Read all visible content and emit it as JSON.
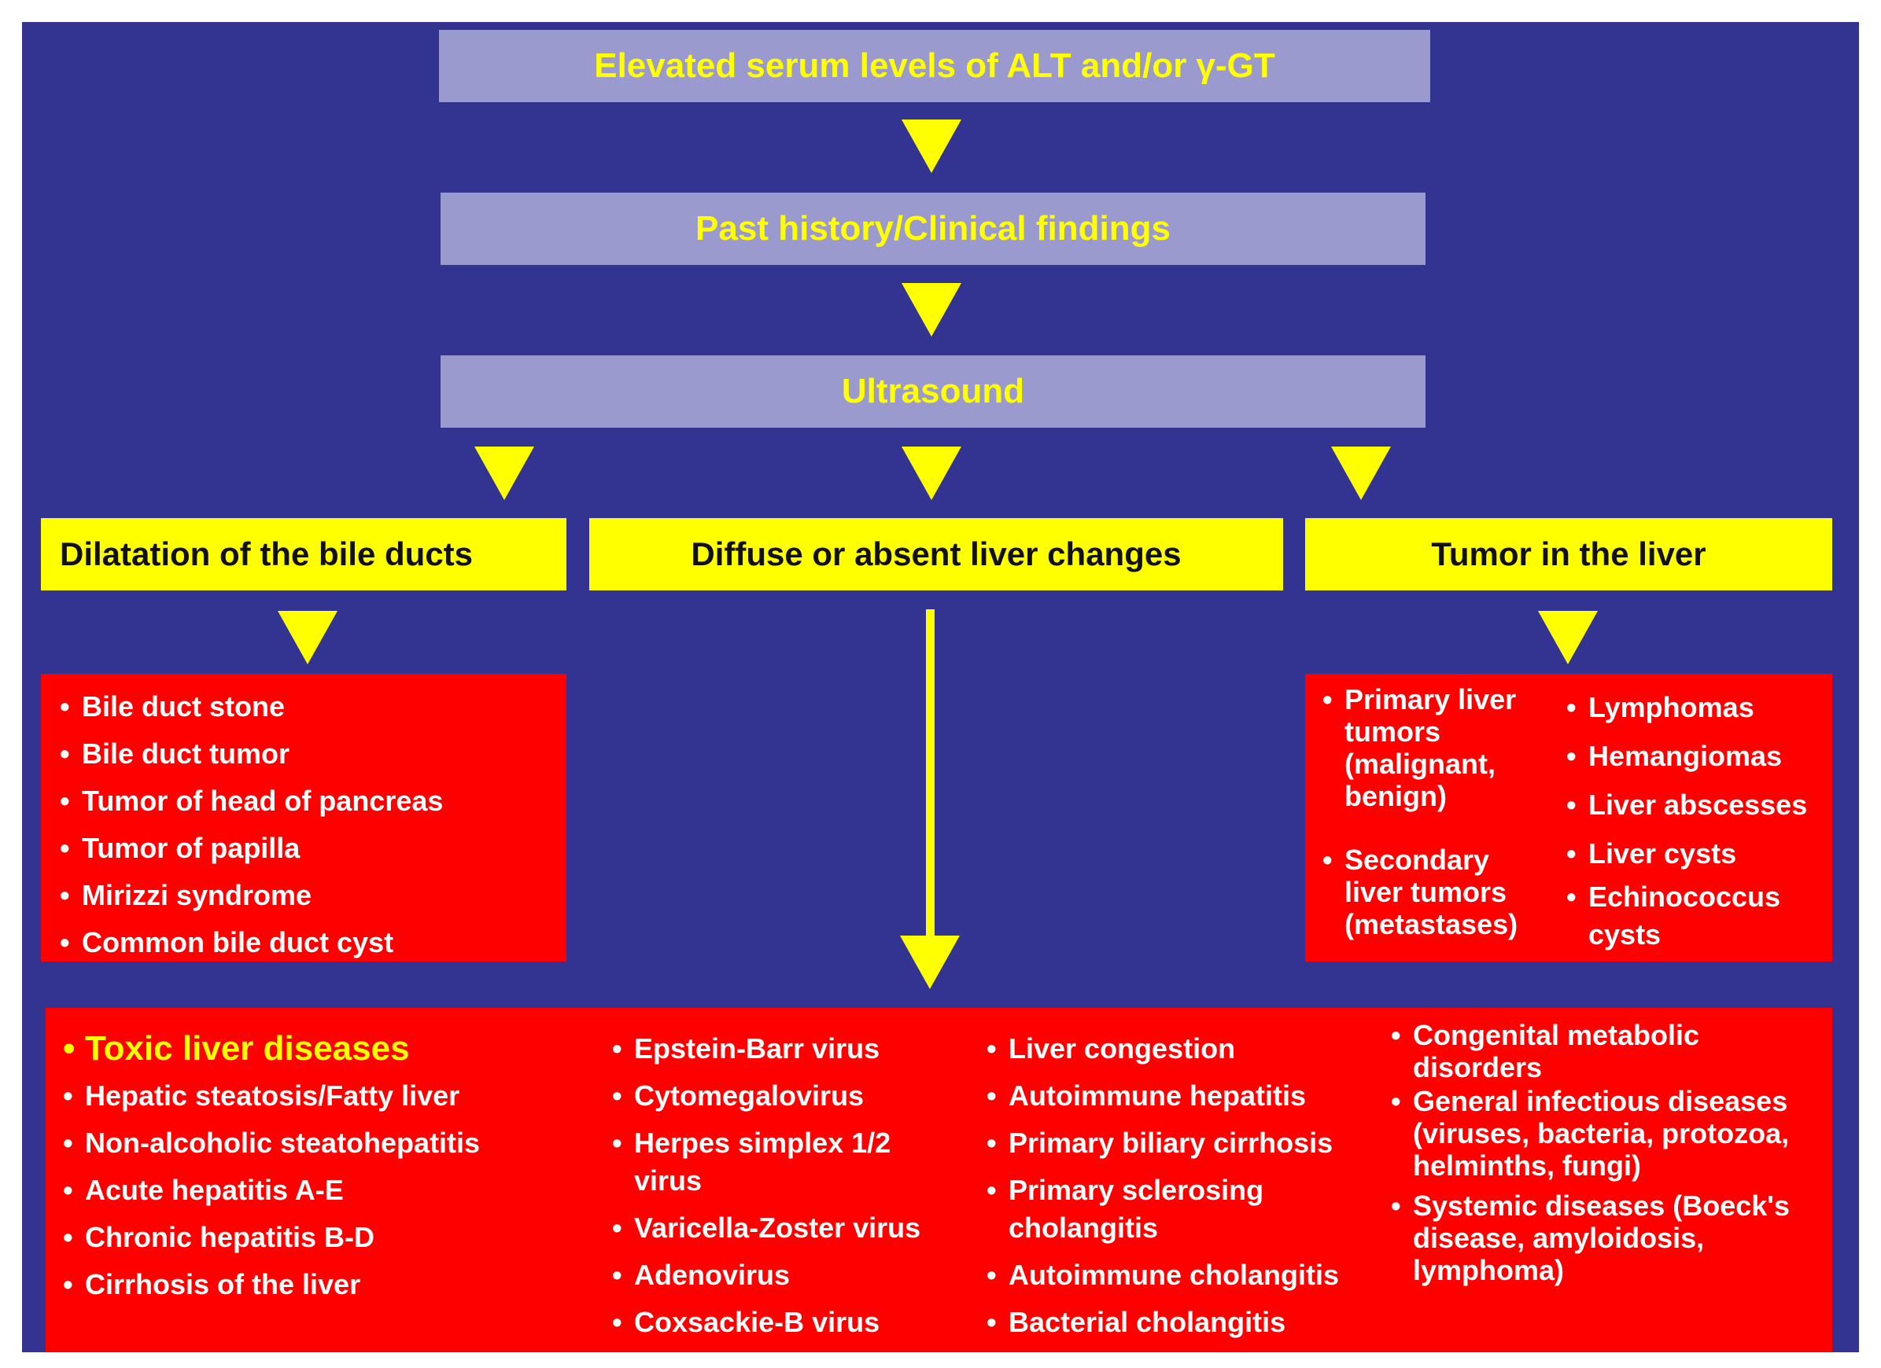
{
  "steps": {
    "first": "Elevated serum levels of ALT and/or γ-GT",
    "second": "Past history/Clinical findings",
    "third": "Ultrasound"
  },
  "categories": {
    "left": "Dilatation of the bile ducts",
    "middle": "Diffuse or absent liver changes",
    "right": "Tumor in the liver"
  },
  "bile_duct_causes": [
    "Bile duct stone",
    "Bile duct tumor",
    "Tumor of head of pancreas",
    "Tumor of papilla",
    "Mirizzi syndrome",
    "Common bile duct cyst"
  ],
  "tumor_causes": {
    "col1": [
      "Primary liver tumors (malignant, benign)",
      "Secondary liver tumors (metastases)"
    ],
    "col2": [
      "Lymphomas",
      "Hemangiomas",
      "Liver abscesses",
      "Liver cysts",
      "Echinococcus cysts"
    ]
  },
  "diffuse_causes": {
    "highlight": "Toxic liver diseases",
    "col1": [
      "Hepatic steatosis/Fatty liver",
      "Non-alcoholic steatohepatitis",
      "Acute hepatitis A-E",
      "Chronic hepatitis B-D",
      "Cirrhosis of the liver"
    ],
    "col2": [
      "Epstein-Barr virus",
      "Cytomegalovirus",
      "Herpes simplex 1/2 virus",
      "Varicella-Zoster virus",
      "Adenovirus",
      "Coxsackie-B virus"
    ],
    "col3": [
      "Liver congestion",
      "Autoimmune hepatitis",
      "Primary biliary cirrhosis",
      "Primary sclerosing cholangitis",
      "Autoimmune cholangitis",
      "Bacterial cholangitis"
    ],
    "col4": [
      "Congenital metabolic disorders",
      "General infectious diseases (viruses, bacteria, protozoa, helminths, fungi)",
      "Systemic diseases (Boeck's disease, amyloidosis, lymphoma)"
    ]
  },
  "colors": {
    "background": "#333391",
    "step_box": "#9b9ace",
    "highlight": "#ffff00",
    "cause_box": "#ff0000"
  }
}
